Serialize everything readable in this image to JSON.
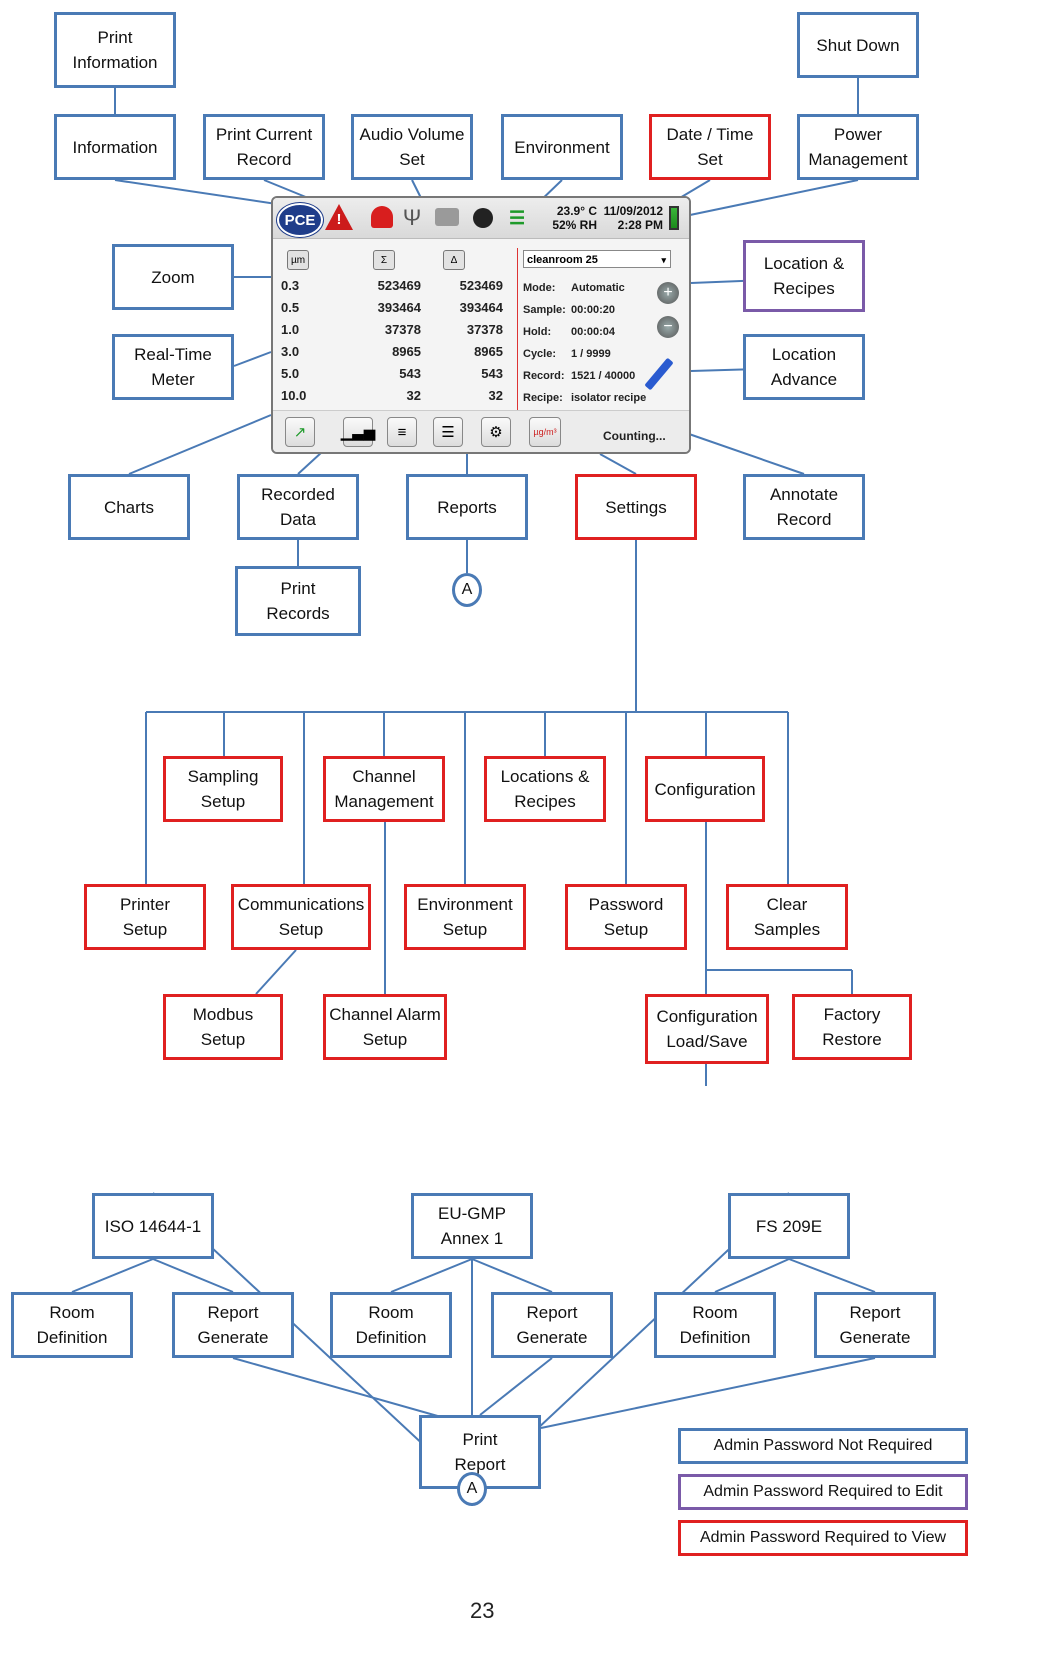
{
  "colors": {
    "blue": "#4a7ab5",
    "red": "#e02020",
    "purple": "#7a5aa8"
  },
  "nodes": {
    "print_information": "Print\nInformation",
    "information": "Information",
    "print_current_record": "Print Current\nRecord",
    "audio_volume_set": "Audio Volume\nSet",
    "environment": "Environment",
    "date_time_set": "Date / Time\nSet",
    "shut_down": "Shut Down",
    "power_management": "Power\nManagement",
    "zoom": "Zoom",
    "real_time_meter": "Real-Time\nMeter",
    "location_recipes": "Location &\nRecipes",
    "location_advance": "Location\nAdvance",
    "charts": "Charts",
    "recorded_data": "Recorded\nData",
    "print_records": "Print\nRecords",
    "reports": "Reports",
    "settings": "Settings",
    "annotate_record": "Annotate\nRecord",
    "sampling_setup": "Sampling\nSetup",
    "channel_management": "Channel\nManagement",
    "locations_recipes": "Locations &\nRecipes",
    "configuration": "Configuration",
    "printer_setup": "Printer\nSetup",
    "communications_setup": "Communications\nSetup",
    "environment_setup": "Environment\nSetup",
    "password_setup": "Password\nSetup",
    "clear_samples": "Clear\nSamples",
    "modbus_setup": "Modbus\nSetup",
    "channel_alarm_setup": "Channel Alarm\nSetup",
    "configuration_load_save": "Configuration\nLoad/Save",
    "factory_restore": "Factory\nRestore",
    "iso_14644": "ISO 14644-1",
    "eu_gmp": "EU-GMP\nAnnex 1",
    "fs_209e": "FS 209E",
    "room_def_1": "Room\nDefinition",
    "report_gen_1": "Report\nGenerate",
    "room_def_2": "Room\nDefinition",
    "report_gen_2": "Report\nGenerate",
    "room_def_3": "Room\nDefinition",
    "report_gen_3": "Report\nGenerate",
    "print_report": "Print\nReport"
  },
  "connectors": {
    "a_top": "A",
    "a_bottom": "A"
  },
  "legend": {
    "not_required": "Admin Password Not Required",
    "required_edit": "Admin Password Required to Edit",
    "required_view": "Admin Password Required to View"
  },
  "page_number": "23",
  "device": {
    "logo": "PCE",
    "warning_mark": "!",
    "usb_glyph": "Ψ",
    "signal_glyph": "☰",
    "temperature": "23.9° C",
    "humidity": "52% RH",
    "date": "11/09/2012",
    "time": "2:28 PM",
    "col_headers": [
      "µm",
      "Σ",
      "Δ"
    ],
    "rows": [
      [
        "0.3",
        "523469",
        "523469"
      ],
      [
        "0.5",
        "393464",
        "393464"
      ],
      [
        "1.0",
        "37378",
        "37378"
      ],
      [
        "3.0",
        "8965",
        "8965"
      ],
      [
        "5.0",
        "543",
        "543"
      ],
      [
        "10.0",
        "32",
        "32"
      ]
    ],
    "location": "cleanroom 25",
    "caret": "▾",
    "info": [
      {
        "label": "Mode:",
        "value": "Automatic"
      },
      {
        "label": "Sample:",
        "value": "00:00:20"
      },
      {
        "label": "Hold:",
        "value": "00:00:04"
      },
      {
        "label": "Cycle:",
        "value": "1 / 9999"
      },
      {
        "label": "Record:",
        "value": "1521 / 40000"
      },
      {
        "label": "Recipe:",
        "value": "isolator recipe"
      }
    ],
    "plus": "+",
    "minus": "−",
    "toolbar": [
      "↗",
      "▁▃▅",
      "≡",
      "☰",
      "⚙",
      "µg/m³"
    ],
    "status": "Counting..."
  }
}
